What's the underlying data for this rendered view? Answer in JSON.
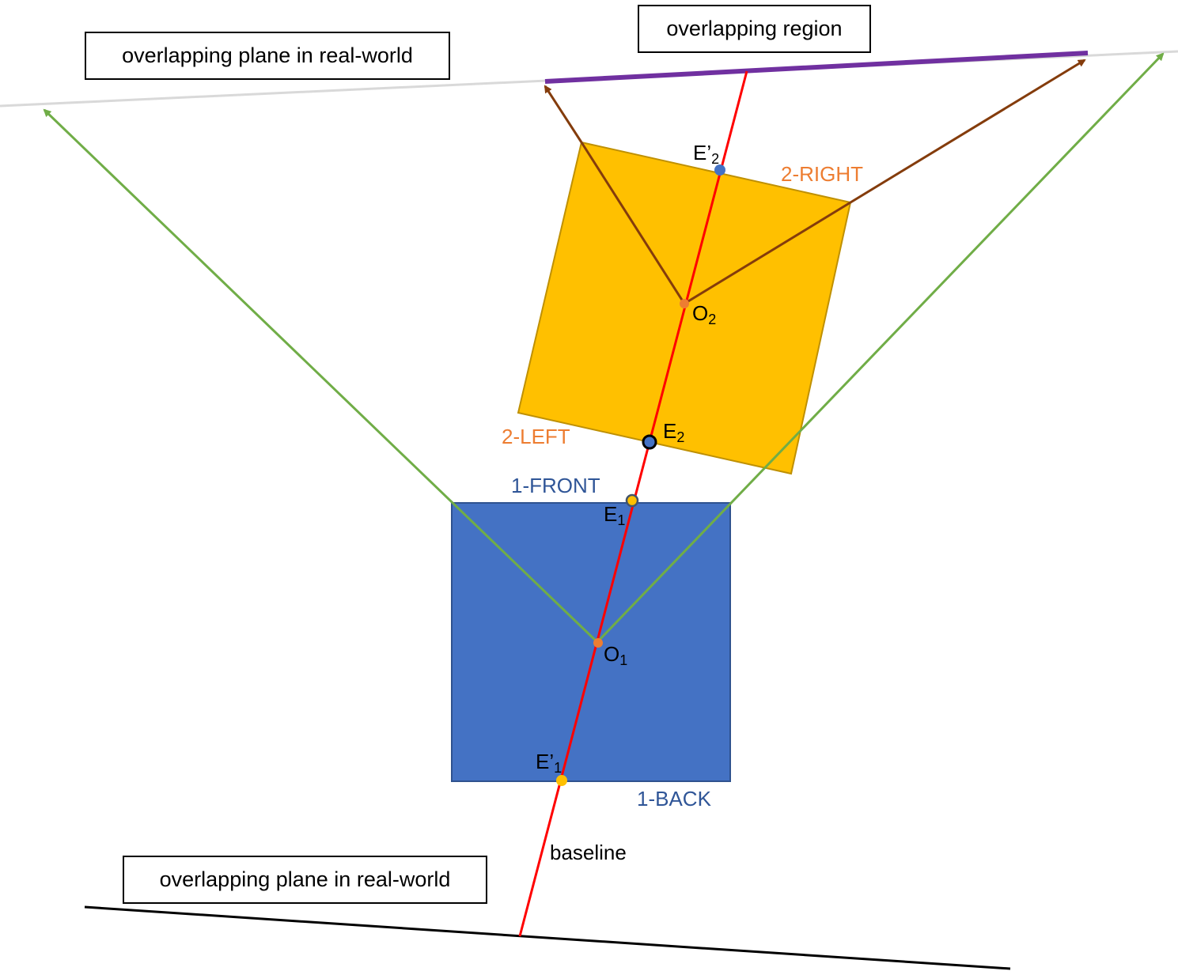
{
  "labels": {
    "top_plane": "overlapping plane in real-world",
    "overlap_region": "overlapping region",
    "bottom_plane": "overlapping plane in real-world",
    "baseline": "baseline",
    "cam1_front": "1-FRONT",
    "cam1_back": "1-BACK",
    "cam2_right": "2-RIGHT",
    "cam2_left": "2-LEFT"
  },
  "points": {
    "E2_prime": {
      "base": "E’",
      "sub": "2"
    },
    "O2": {
      "base": "O",
      "sub": "2"
    },
    "E2": {
      "base": "E",
      "sub": "2"
    },
    "E1": {
      "base": "E",
      "sub": "1"
    },
    "O1": {
      "base": "O",
      "sub": "1"
    },
    "E1_prime": {
      "base": "E’",
      "sub": "1"
    }
  },
  "colors": {
    "camera1_fill": "#4472C4",
    "camera1_stroke": "#2F528F",
    "camera2_fill": "#FFC000",
    "camera2_stroke": "#BF9000",
    "baseline": "#FF0000",
    "cam1_fov": "#70AD47",
    "cam2_fov": "#843C0C",
    "overlap_region": "#7030A0",
    "top_plane": "#D9D9D9",
    "bottom_plane": "#000000",
    "cam1_text": "#2F5597",
    "cam2_text": "#ED7D31"
  }
}
